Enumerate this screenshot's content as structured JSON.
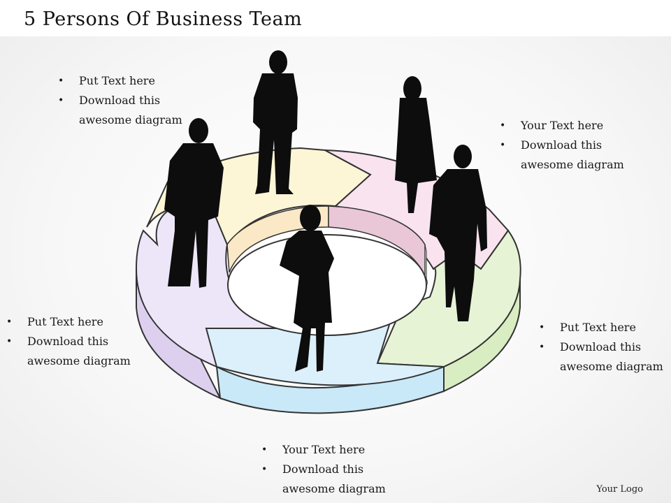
{
  "title": "5 Persons Of Business Team",
  "segments": [
    {
      "name": "yellow",
      "fill": "#fdf7d8",
      "inner": "#fbe9c8"
    },
    {
      "name": "pink",
      "fill": "#f9e4ee",
      "inner": "#eac9d8"
    },
    {
      "name": "green",
      "fill": "#e6f4d6",
      "inner": "#d3ebbf"
    },
    {
      "name": "blue",
      "fill": "#ddf0fb",
      "inner": "#bfe3f7"
    },
    {
      "name": "purple",
      "fill": "#ece6f7",
      "inner": "#dcd0ee"
    }
  ],
  "notes": {
    "top_left": {
      "line1": "Put  Text here",
      "line2": "Download this",
      "line3": "awesome diagram"
    },
    "top_right": {
      "line1": "Your Text here",
      "line2": "Download this",
      "line3": "awesome diagram"
    },
    "mid_left": {
      "line1": "Put  Text here",
      "line2": "Download this",
      "line3": "awesome diagram"
    },
    "mid_right": {
      "line1": "Put Text here",
      "line2": "Download this",
      "line3": "awesome diagram"
    },
    "bottom": {
      "line1": "Your  Text here",
      "line2": "Download this",
      "line3": "awesome diagram"
    }
  },
  "bullet_glyph": "•",
  "logo": "Your Logo"
}
